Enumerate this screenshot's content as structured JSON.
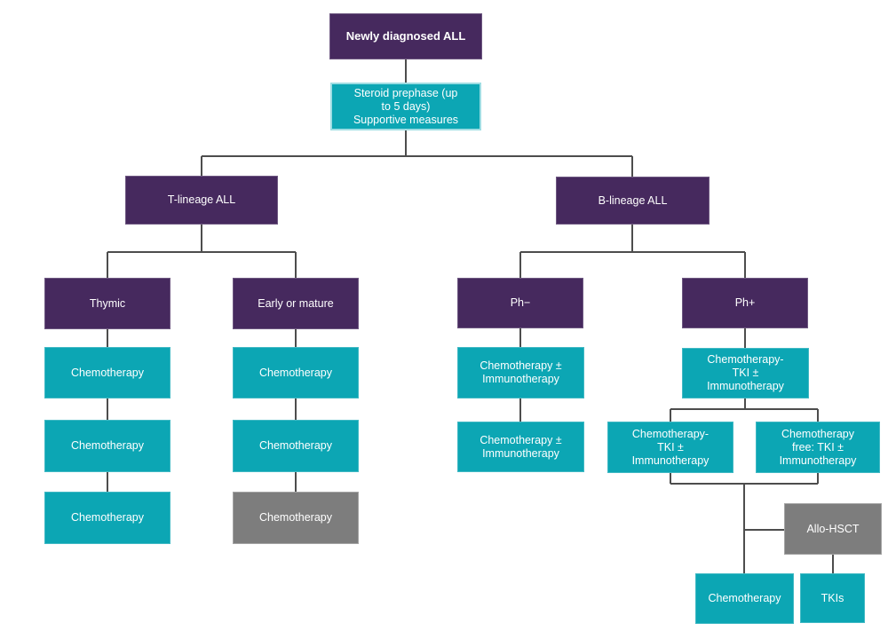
{
  "palette": {
    "purple": "#46295e",
    "teal": "#0ca6b4",
    "gray": "#7d7d7d",
    "line": "#4d4d4d",
    "text": "#ffffff",
    "steroid_border": "#9edde3"
  },
  "nodes": {
    "newly_diagnosed": {
      "label": "Newly diagnosed ALL"
    },
    "steroid_prephase": {
      "label": "Steroid prephase (up\nto 5 days)\nSupportive measures"
    },
    "t_lineage": {
      "label": "T-lineage ALL"
    },
    "b_lineage": {
      "label": "B-lineage ALL"
    },
    "thymic": {
      "label": "Thymic"
    },
    "early_or_mature": {
      "label": "Early or mature"
    },
    "thymic_chemo_1": {
      "label": "Chemotherapy"
    },
    "thymic_chemo_2": {
      "label": "Chemotherapy"
    },
    "thymic_chemo_3": {
      "label": "Chemotherapy"
    },
    "early_chemo_1": {
      "label": "Chemotherapy"
    },
    "early_chemo_2": {
      "label": "Chemotherapy"
    },
    "early_chemo_3": {
      "label": "Chemotherapy"
    },
    "ph_negative": {
      "label": "Ph−"
    },
    "ph_positive": {
      "label": "Ph+"
    },
    "ph_neg_chemo_immuno_1": {
      "label": "Chemotherapy ±\nImmunotherapy"
    },
    "ph_neg_chemo_immuno_2": {
      "label": "Chemotherapy ±\nImmunotherapy"
    },
    "chemo_tki_immuno_top": {
      "label": "Chemotherapy-\nTKI ±\nImmunotherapy"
    },
    "chemo_tki_immuno_left": {
      "label": "Chemotherapy-\nTKI ±\nImmunotherapy"
    },
    "chemo_free_tki_immuno": {
      "label": "Chemotherapy\nfree: TKI ±\nImmunotherapy"
    },
    "allo_hsct": {
      "label": "Allo-HSCT"
    },
    "post_hsct_chemo": {
      "label": "Chemotherapy"
    },
    "tkis": {
      "label": "TKIs"
    }
  }
}
